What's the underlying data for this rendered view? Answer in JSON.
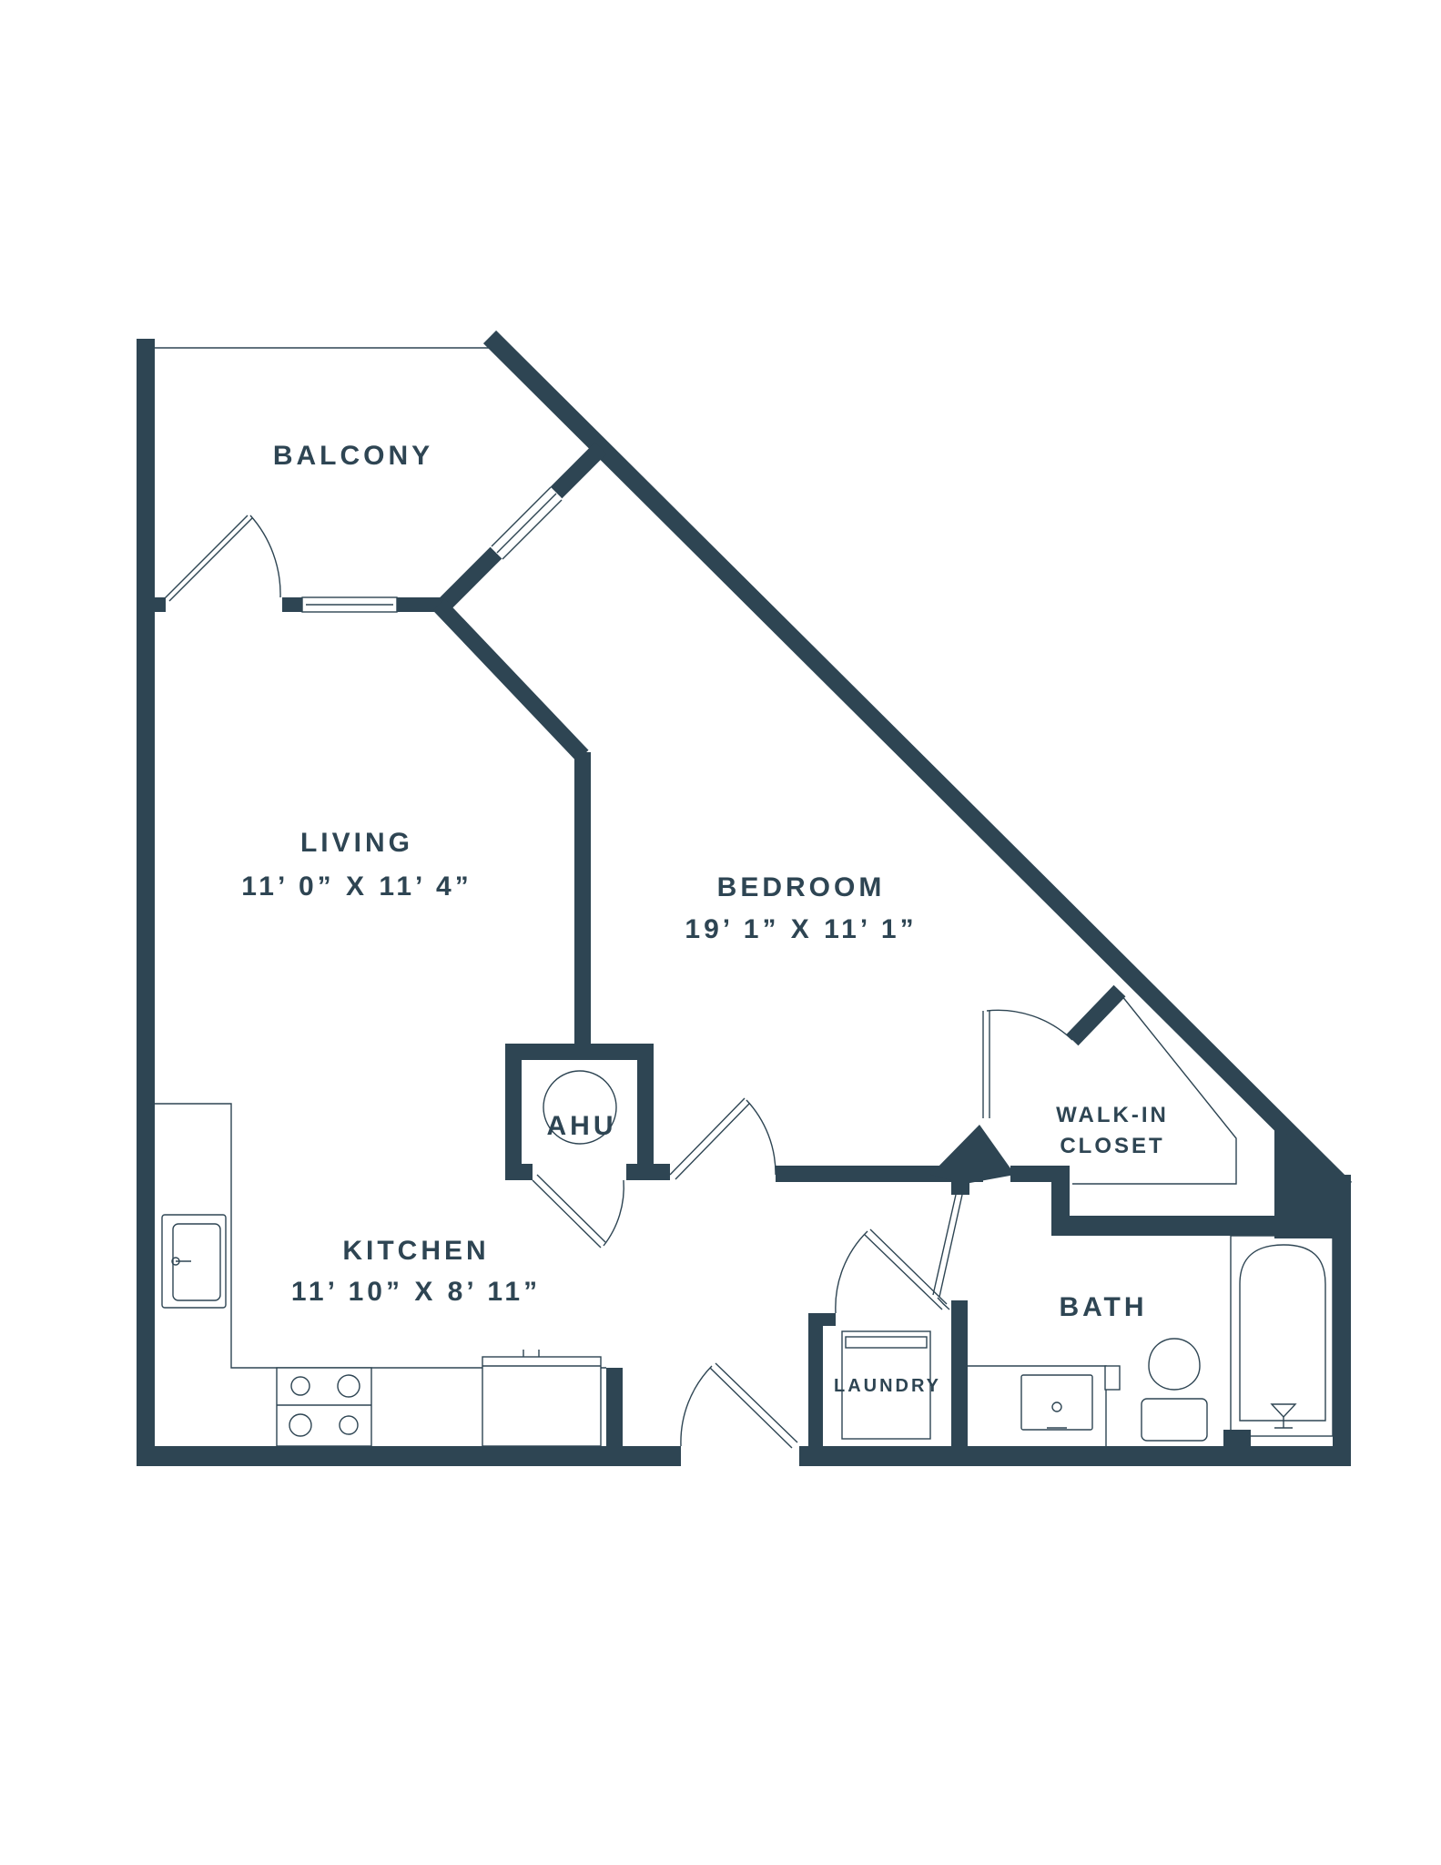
{
  "colors": {
    "wall": "#2e4553",
    "background": "#ffffff"
  },
  "rooms": {
    "balcony": {
      "name": "BALCONY"
    },
    "living": {
      "name": "LIVING",
      "size": "11’ 0” X 11’ 4”"
    },
    "bedroom": {
      "name": "BEDROOM",
      "size": "19’ 1” X 11’ 1”"
    },
    "kitchen": {
      "name": "KITCHEN",
      "size": "11’ 10” X 8’ 11”"
    },
    "ahu": {
      "name": "AHU"
    },
    "closet": {
      "name_line1": "WALK-IN",
      "name_line2": "CLOSET"
    },
    "bath": {
      "name": "BATH"
    },
    "laundry": {
      "name": "LAUNDRY"
    }
  }
}
